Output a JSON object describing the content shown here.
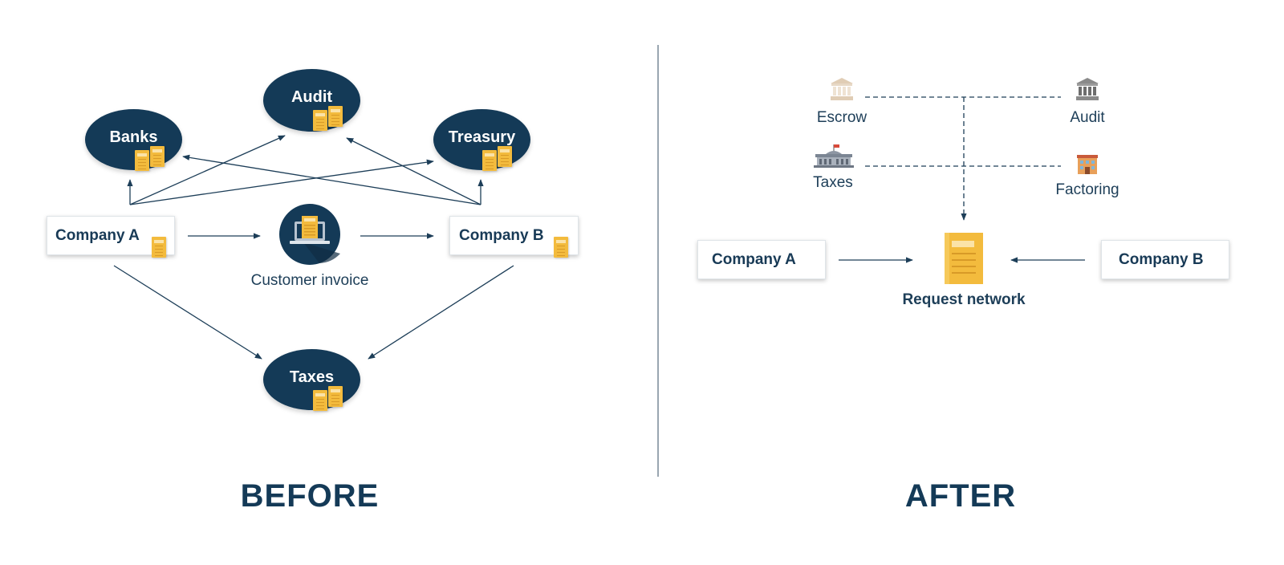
{
  "before": {
    "title": "BEFORE",
    "nodes": {
      "audit": "Audit",
      "banks": "Banks",
      "treasury": "Treasury",
      "taxes": "Taxes",
      "company_a": "Company A",
      "company_b": "Company B",
      "invoice": "Customer invoice"
    }
  },
  "after": {
    "title": "AFTER",
    "nodes": {
      "escrow": "Escrow",
      "audit": "Audit",
      "taxes": "Taxes",
      "factoring": "Factoring",
      "company_a": "Company A",
      "company_b": "Company B",
      "request_network": "Request network"
    }
  },
  "icons": {
    "escrow": "bank-icon",
    "audit": "bank-icon",
    "taxes": "government-building-icon",
    "factoring": "building-icon",
    "invoice": "laptop-icon",
    "document": "document-icon"
  },
  "colors": {
    "navy": "#143a57",
    "gold": "#f3bb3d",
    "line": "#1d3e58",
    "divider": "#9aa6b1"
  }
}
